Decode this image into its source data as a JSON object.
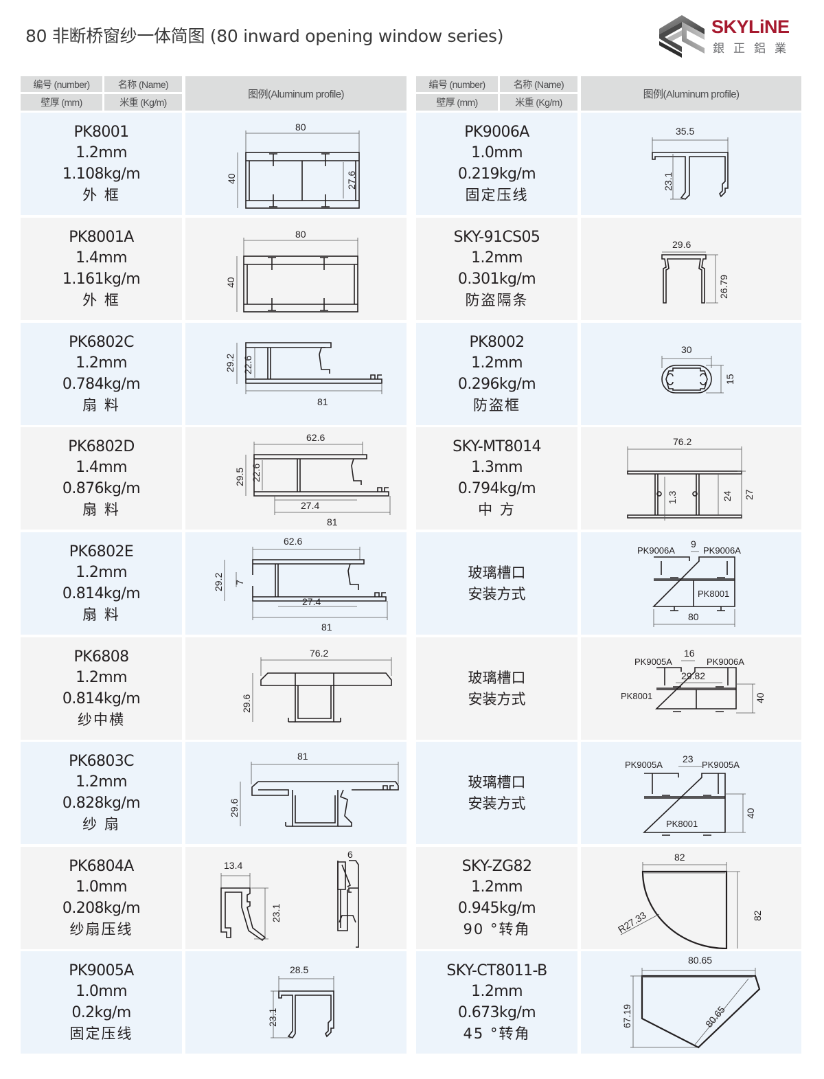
{
  "header": {
    "title": "80 非断桥窗纱一体简图 (80 inward opening window series)",
    "logo": {
      "wordmark": "SKYLiNE",
      "chinese": "銀正鋁業",
      "icon": "skyline-logo-icon"
    }
  },
  "table_header": {
    "number": "编号 (number)",
    "name": "名称 (Name)",
    "thickness": "壁厚 (mm)",
    "weight": "米重 (Kg/m)",
    "profile": "图例(Aluminum profile)"
  },
  "colors": {
    "row_blue": "#edf4fb",
    "row_gray": "#f4f4f4",
    "header_bg": "#dcdddd",
    "brand_red": "#a6192e"
  },
  "left_rows": [
    {
      "code": "PK8001",
      "thickness": "1.2mm",
      "weight": "1.108kg/m",
      "name": "外 框",
      "dims": {
        "w": "80",
        "h": "40",
        "inner": "27.6"
      }
    },
    {
      "code": "PK8001A",
      "thickness": "1.4mm",
      "weight": "1.161kg/m",
      "name": "外 框",
      "dims": {
        "w": "80",
        "h": "40"
      }
    },
    {
      "code": "PK6802C",
      "thickness": "1.2mm",
      "weight": "0.784kg/m",
      "name": "扇 料",
      "dims": {
        "h": "29.2",
        "inner": "22.6",
        "w": "81"
      }
    },
    {
      "code": "PK6802D",
      "thickness": "1.4mm",
      "weight": "0.876kg/m",
      "name": "扇 料",
      "dims": {
        "top": "62.6",
        "h": "29.5",
        "inner": "22.6",
        "mid": "27.4",
        "w": "81"
      }
    },
    {
      "code": "PK6802E",
      "thickness": "1.2mm",
      "weight": "0.814kg/m",
      "name": "扇 料",
      "dims": {
        "top": "62.6",
        "h": "29.2",
        "gap": "7",
        "mid": "27.4",
        "w": "81"
      }
    },
    {
      "code": "PK6808",
      "thickness": "1.2mm",
      "weight": "0.814kg/m",
      "name": "纱中横",
      "dims": {
        "w": "76.2",
        "h": "29.6"
      }
    },
    {
      "code": "PK6803C",
      "thickness": "1.2mm",
      "weight": "0.828kg/m",
      "name": "纱 扇",
      "dims": {
        "w": "81",
        "h": "29.6"
      }
    },
    {
      "code": "PK6804A",
      "thickness": "1.0mm",
      "weight": "0.208kg/m",
      "name": "纱扇压线",
      "dims": {
        "w": "13.4",
        "h": "23.1",
        "detail": "6"
      }
    },
    {
      "code": "PK9005A",
      "thickness": "1.0mm",
      "weight": "0.2kg/m",
      "name": "固定压线",
      "dims": {
        "w": "28.5",
        "h": "23.1"
      }
    }
  ],
  "right_rows": [
    {
      "code": "PK9006A",
      "thickness": "1.0mm",
      "weight": "0.219kg/m",
      "name": "固定压线",
      "dims": {
        "w": "35.5",
        "h": "23.1"
      }
    },
    {
      "code": "SKY-91CS05",
      "thickness": "1.2mm",
      "weight": "0.301kg/m",
      "name": "防盗隔条",
      "dims": {
        "w": "29.6",
        "h": "26.79"
      }
    },
    {
      "code": "PK8002",
      "thickness": "1.2mm",
      "weight": "0.296kg/m",
      "name": "防盗框",
      "dims": {
        "w": "30",
        "h": "15"
      }
    },
    {
      "code": "SKY-MT8014",
      "thickness": "1.3mm",
      "weight": "0.794kg/m",
      "name": "中 方",
      "dims": {
        "w": "76.2",
        "t": "1.3",
        "inner": "24",
        "h": "27"
      }
    },
    {
      "line1": "玻璃槽口",
      "line2": "安装方式",
      "dims": {
        "gap": "9",
        "w": "80"
      },
      "labels": {
        "a": "PK9006A",
        "b": "PK9006A",
        "c": "PK8001"
      }
    },
    {
      "line1": "玻璃槽口",
      "line2": "安装方式",
      "dims": {
        "gap": "16",
        "inner": "29.82",
        "h": "40"
      },
      "labels": {
        "a": "PK9005A",
        "b": "PK9006A",
        "c": "PK8001"
      }
    },
    {
      "line1": "玻璃槽口",
      "line2": "安装方式",
      "dims": {
        "gap": "23",
        "h": "40"
      },
      "labels": {
        "a": "PK9005A",
        "b": "PK9005A",
        "c": "PK8001"
      }
    },
    {
      "code": "SKY-ZG82",
      "thickness": "1.2mm",
      "weight": "0.945kg/m",
      "name": "90 °转角",
      "dims": {
        "w": "82",
        "h": "82",
        "r": "R27.33"
      }
    },
    {
      "code": "SKY-CT8011-B",
      "thickness": "1.2mm",
      "weight": "0.673kg/m",
      "name": "45 °转角",
      "dims": {
        "w": "80.65",
        "diag": "80.65",
        "h": "67.19"
      }
    }
  ]
}
